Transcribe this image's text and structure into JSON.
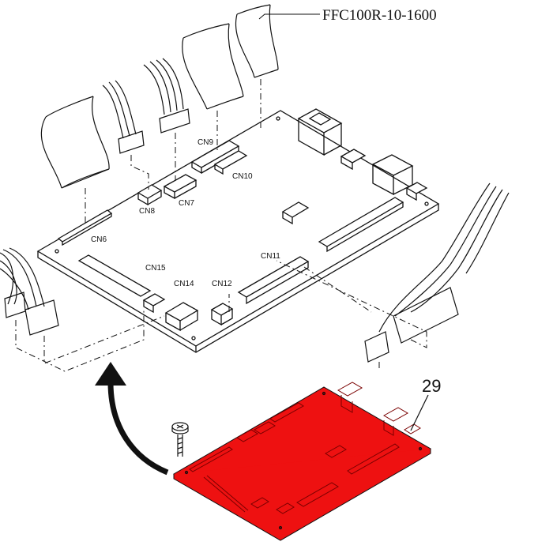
{
  "part_label": "FFC100R-10-1600",
  "callout_number": "29",
  "connectors": {
    "cn6": "CN6",
    "cn7": "CN7",
    "cn8": "CN8",
    "cn9": "CN9",
    "cn10": "CN10",
    "cn11": "CN11",
    "cn12": "CN12",
    "cn14": "CN14",
    "cn15": "CN15"
  },
  "colors": {
    "highlight_board": "#ee1111",
    "line": "#111111",
    "background": "#ffffff"
  },
  "icons": {
    "arrow": "curved-arrow-icon",
    "screw": "screw-icon"
  }
}
